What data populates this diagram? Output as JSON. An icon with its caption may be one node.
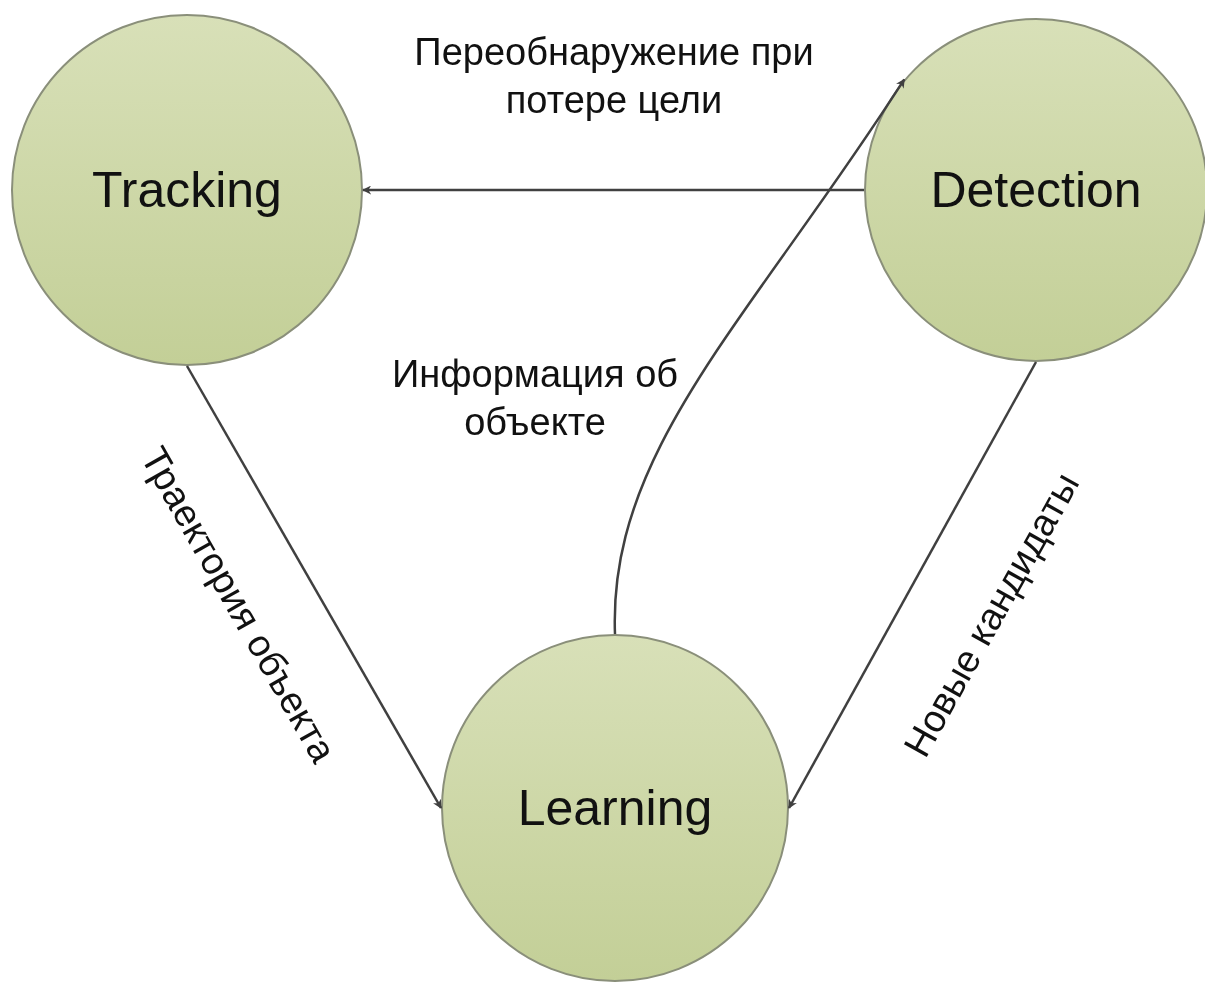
{
  "diagram": {
    "nodes": [
      {
        "text": [
          "Tracking"
        ]
      },
      {
        "text": [
          "Detection"
        ]
      },
      {
        "text": [
          "Learning"
        ]
      }
    ],
    "edges": [
      {
        "from": 1,
        "to": 0,
        "arrow": "to",
        "label": "Переобнаружение при потере цели"
      },
      {
        "from": 0,
        "to": 2,
        "arrow": "to",
        "label": "Траектория объекта"
      },
      {
        "from": 1,
        "to": 2,
        "arrow": "to",
        "label": "Новые кандидаты"
      },
      {
        "from": 2,
        "to": 1,
        "arrow": "to",
        "label": "Информация об объекте"
      }
    ]
  }
}
